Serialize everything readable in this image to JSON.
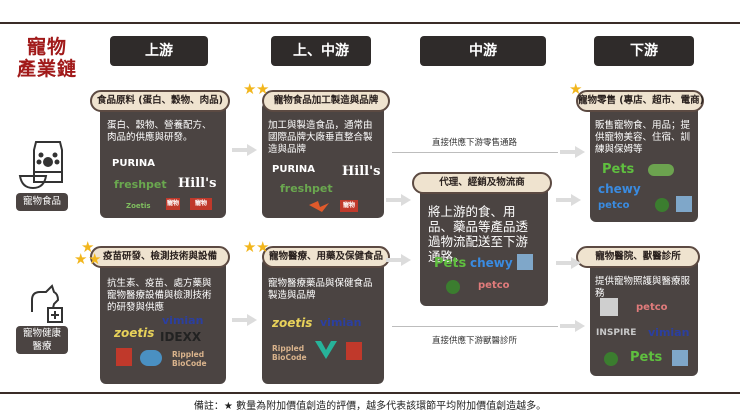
{
  "title": "寵物\n產業鏈",
  "headers": [
    "上游",
    "上、中游",
    "中游",
    "下游"
  ],
  "categories": {
    "food": "寵物食品",
    "health": "寵物健康\n醫療"
  },
  "panels": {
    "food_raw": {
      "label": "食品原料 (蛋白、穀物、肉品)",
      "text": "蛋白、穀物、營養配方、肉品的供應與研發。",
      "logos": [
        "PURINA",
        "freshpet",
        "Hill's",
        "Zoetis",
        "寵物",
        "寵物"
      ]
    },
    "food_processing": {
      "label": "寵物食品加工製造與品牌",
      "text": "加工與製造食品，通常由國際品牌大廠垂直整合製造與品牌",
      "logos": [
        "PURINA",
        "Hill's",
        "freshpet",
        "寵物"
      ]
    },
    "agents": {
      "label": "代理、經銷及物流商",
      "text": "將上游的食、用品、藥品等產品透過物流配送至下游通路。",
      "logos": [
        "Pets",
        "chewy",
        "petco"
      ]
    },
    "retail": {
      "label": "寵物零售 (專店、超市、電商)",
      "text": "販售寵物食、用品；提供寵物美容、住宿、訓練與保姆等",
      "logos": [
        "Pets",
        "chewy",
        "petco"
      ]
    },
    "vaccine": {
      "label": "疫苗研發、檢測技術與設備",
      "text": "抗生素、疫苗、處方藥與寵物醫療設備與檢測技術的研發與供應",
      "logos": [
        "zoetis",
        "vimian",
        "IDEXX",
        "Rippled BioCode"
      ]
    },
    "medicine": {
      "label": "寵物醫療、用藥及保健食品",
      "text": "寵物醫療藥品與保健食品製造與品牌",
      "logos": [
        "zoetis",
        "vimian",
        "Rippled BioCode"
      ]
    },
    "hospital": {
      "label": "寵物醫院、獸醫診所",
      "text": "提供寵物照護與醫療服務",
      "logos": [
        "petco",
        "INSPIRE",
        "vimian",
        "Pets"
      ]
    }
  },
  "flow_labels": {
    "retail": "直接供應下游零售通路",
    "vet": "直接供應下游獸醫診所"
  },
  "footer": "備註：★ 數量為附加價值創造的評價，越多代表該環節平均附加價值創造越多。",
  "colors": {
    "title": "#a11a1a",
    "panel": "#4b4442",
    "header": "#2f2b2a",
    "pill": "#efe3cf",
    "star": "#f2b61d"
  }
}
